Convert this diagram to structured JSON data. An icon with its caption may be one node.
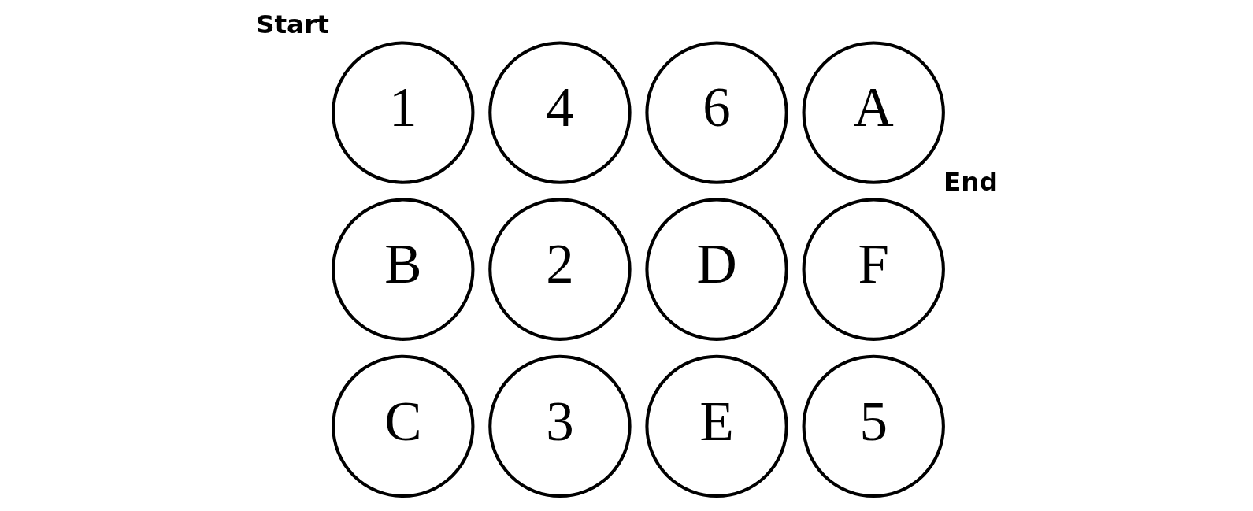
{
  "diagram": {
    "nodes": [
      {
        "text": [
          "1"
        ],
        "beside": [
          "Start"
        ]
      },
      {
        "text": [
          "4"
        ]
      },
      {
        "text": [
          "6"
        ]
      },
      {
        "text": [
          "A"
        ]
      },
      {
        "text": [
          "B"
        ]
      },
      {
        "text": [
          "2"
        ]
      },
      {
        "text": [
          "D"
        ]
      },
      {
        "text": [
          "F"
        ],
        "beside": [
          "End"
        ]
      },
      {
        "text": [
          "C"
        ]
      },
      {
        "text": [
          "3"
        ]
      },
      {
        "text": [
          "E"
        ]
      },
      {
        "text": [
          "5"
        ]
      }
    ],
    "edges": []
  }
}
